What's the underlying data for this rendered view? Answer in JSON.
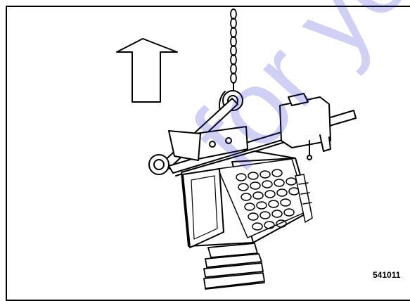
{
  "figure": {
    "number": "541011",
    "lift_direction": "up",
    "watermark_text": "for your parts"
  },
  "colors": {
    "line": "#000000",
    "background": "#ffffff",
    "watermark": "#2828d2"
  }
}
